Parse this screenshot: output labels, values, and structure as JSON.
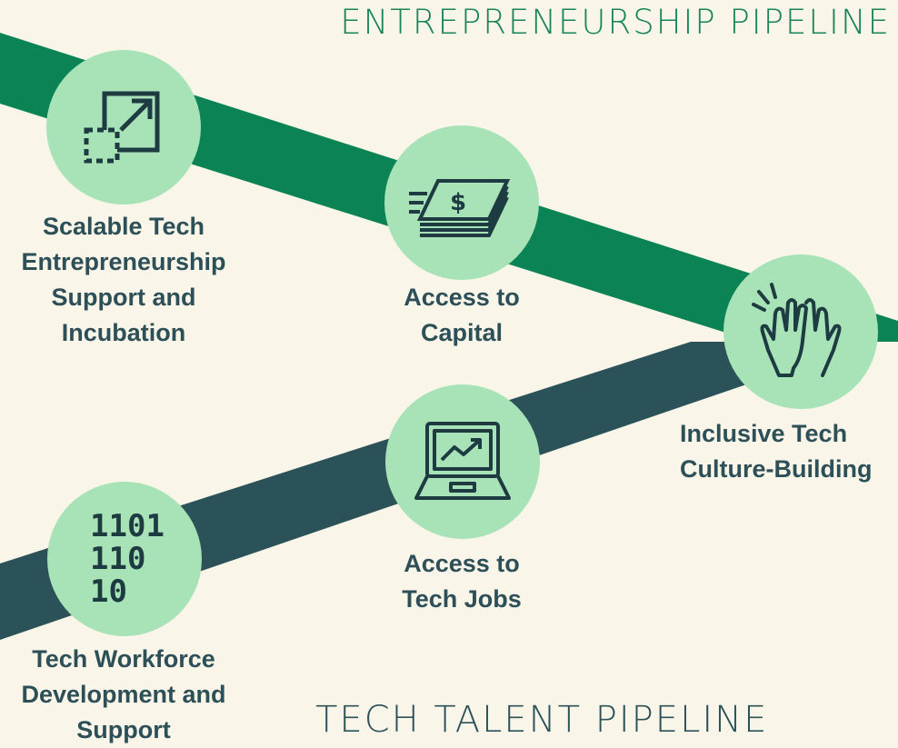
{
  "titles": {
    "entrepreneurship": "ENTREPRENEURSHIP PIPELINE",
    "tech_talent": "TECH TALENT PIPELINE"
  },
  "nodes": {
    "scalable": {
      "label": "Scalable Tech\nEntrepreneurship\nSupport and\nIncubation",
      "icon": "resize-icon"
    },
    "capital": {
      "label": "Access to\nCapital",
      "icon": "money-stack-icon"
    },
    "culture": {
      "label": "Inclusive Tech\nCulture-Building",
      "icon": "high-five-icon"
    },
    "jobs": {
      "label": "Access to\nTech Jobs",
      "icon": "laptop-chart-icon"
    },
    "workforce": {
      "label": "Tech Workforce\nDevelopment and\nSupport",
      "icon": "binary-icon",
      "binary_text": "1101\n110\n10"
    }
  },
  "colors": {
    "background": "#f9f5e8",
    "entrepreneurship_band": "#0b8354",
    "tech_talent_band": "#2b5259",
    "node_fill": "#a7e3b6",
    "label_text": "#2d4f57"
  }
}
